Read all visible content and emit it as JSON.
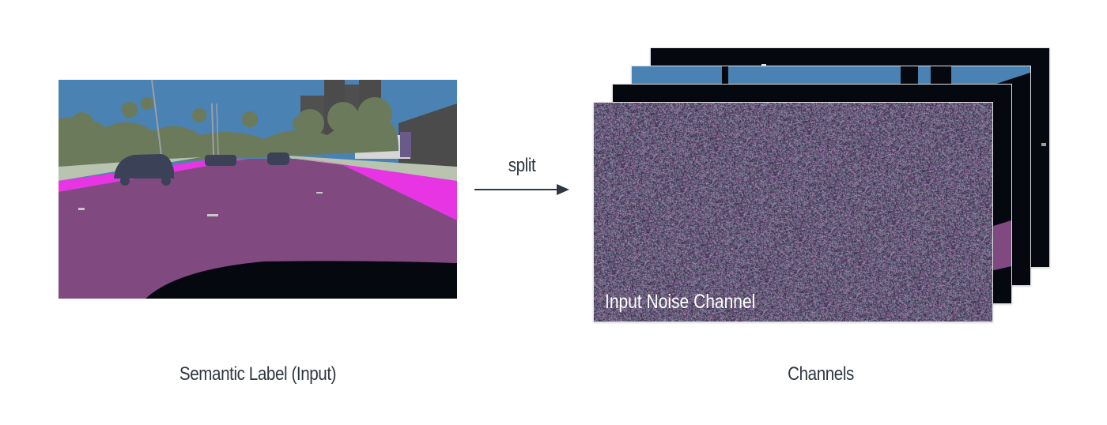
{
  "input_panel": {
    "caption": "Semantic Label (Input)"
  },
  "arrow": {
    "label": "split"
  },
  "channels_panel": {
    "caption": "Channels",
    "noise_label": "Input Noise Channel"
  },
  "colors": {
    "sky": "#4a82b3",
    "road": "#804a80",
    "sidewalk": "#e835e4",
    "vegetation": "#6b7a5a",
    "car": "#3b4257",
    "building": "#4b4b4b",
    "ego_vehicle": "#05080f",
    "terrain": "#b8c4b0",
    "channel_black": "#05080f"
  }
}
